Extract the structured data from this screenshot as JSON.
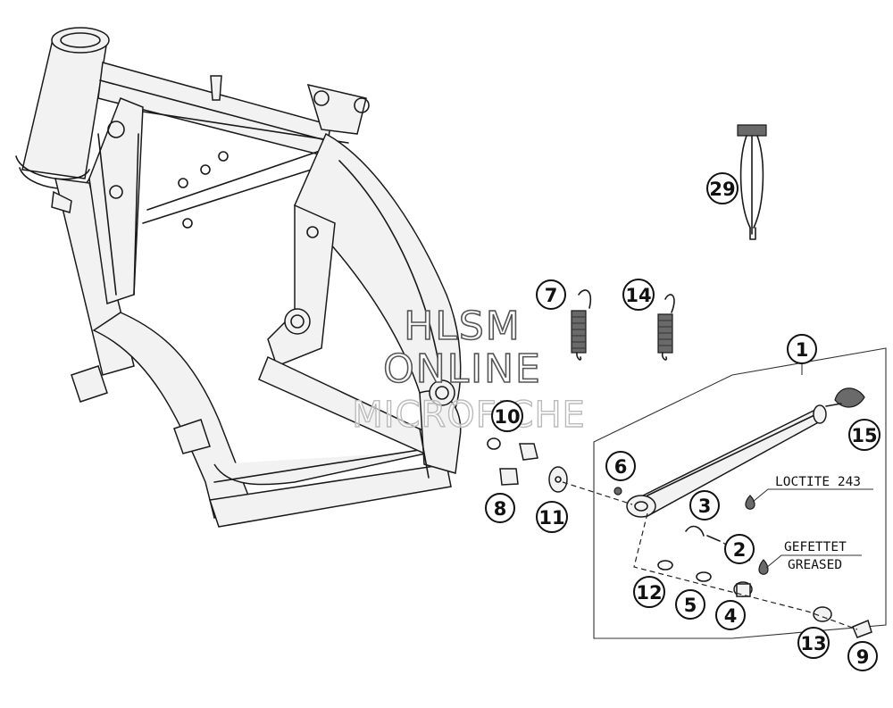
{
  "callouts": [
    {
      "id": "c1",
      "label": "1"
    },
    {
      "id": "c2",
      "label": "2"
    },
    {
      "id": "c3",
      "label": "3"
    },
    {
      "id": "c4",
      "label": "4"
    },
    {
      "id": "c5",
      "label": "5"
    },
    {
      "id": "c6",
      "label": "6"
    },
    {
      "id": "c7",
      "label": "7"
    },
    {
      "id": "c8",
      "label": "8"
    },
    {
      "id": "c9",
      "label": "9"
    },
    {
      "id": "c10",
      "label": "10"
    },
    {
      "id": "c11",
      "label": "11"
    },
    {
      "id": "c12",
      "label": "12"
    },
    {
      "id": "c13",
      "label": "13"
    },
    {
      "id": "c14",
      "label": "14"
    },
    {
      "id": "c15",
      "label": "15"
    },
    {
      "id": "c29",
      "label": "29"
    }
  ],
  "notes": {
    "loctite": "LOCTITE 243",
    "greased_de": "GEFETTET",
    "greased_en": "GREASED"
  },
  "watermark": {
    "line1": "HLSM",
    "line2": "ONLINE",
    "line3": "MICROFICHE"
  }
}
